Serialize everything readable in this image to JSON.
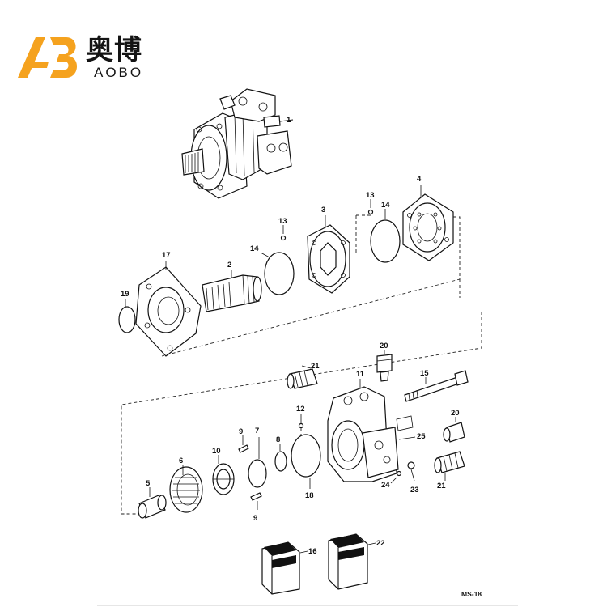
{
  "brand": {
    "name_cn": "奥博",
    "name_en": "AOBO",
    "accent_color": "#f5a21e",
    "text_color": "#141414"
  },
  "drawing": {
    "reference": "MS-18",
    "callouts": {
      "c1": "1",
      "c2": "2",
      "c3": "3",
      "c4": "4",
      "c5": "5",
      "c6": "6",
      "c7": "7",
      "c8": "8",
      "c9a": "9",
      "c9b": "9",
      "c10": "10",
      "c11": "11",
      "c12": "12",
      "c13a": "13",
      "c13b": "13",
      "c14a": "14",
      "c14b": "14",
      "c15": "15",
      "c16": "16",
      "c17": "17",
      "c18": "18",
      "c19": "19",
      "c20a": "20",
      "c20b": "20",
      "c21a": "21",
      "c21b": "21",
      "c22": "22",
      "c23": "23",
      "c24": "24",
      "c25": "25"
    }
  }
}
